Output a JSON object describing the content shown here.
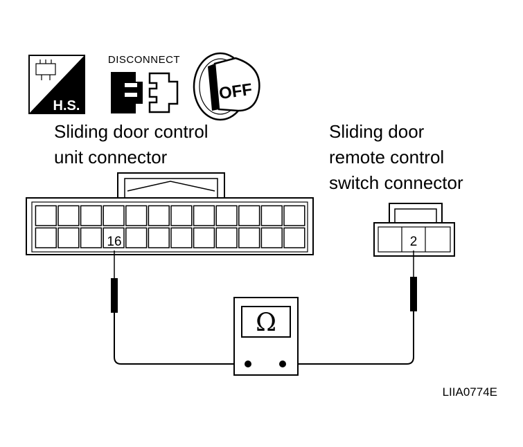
{
  "icons": {
    "harness_side": "H.S.",
    "disconnect": "DISCONNECT",
    "ignition": "OFF"
  },
  "left_connector": {
    "title_line1": "Sliding door control",
    "title_line2": "unit connector",
    "pin": "16"
  },
  "right_connector": {
    "title_line1": "Sliding door",
    "title_line2": "remote control",
    "title_line3": "switch connector",
    "pin": "2"
  },
  "meter": {
    "symbol": "Ω"
  },
  "figure_code": "LIIA0774E"
}
